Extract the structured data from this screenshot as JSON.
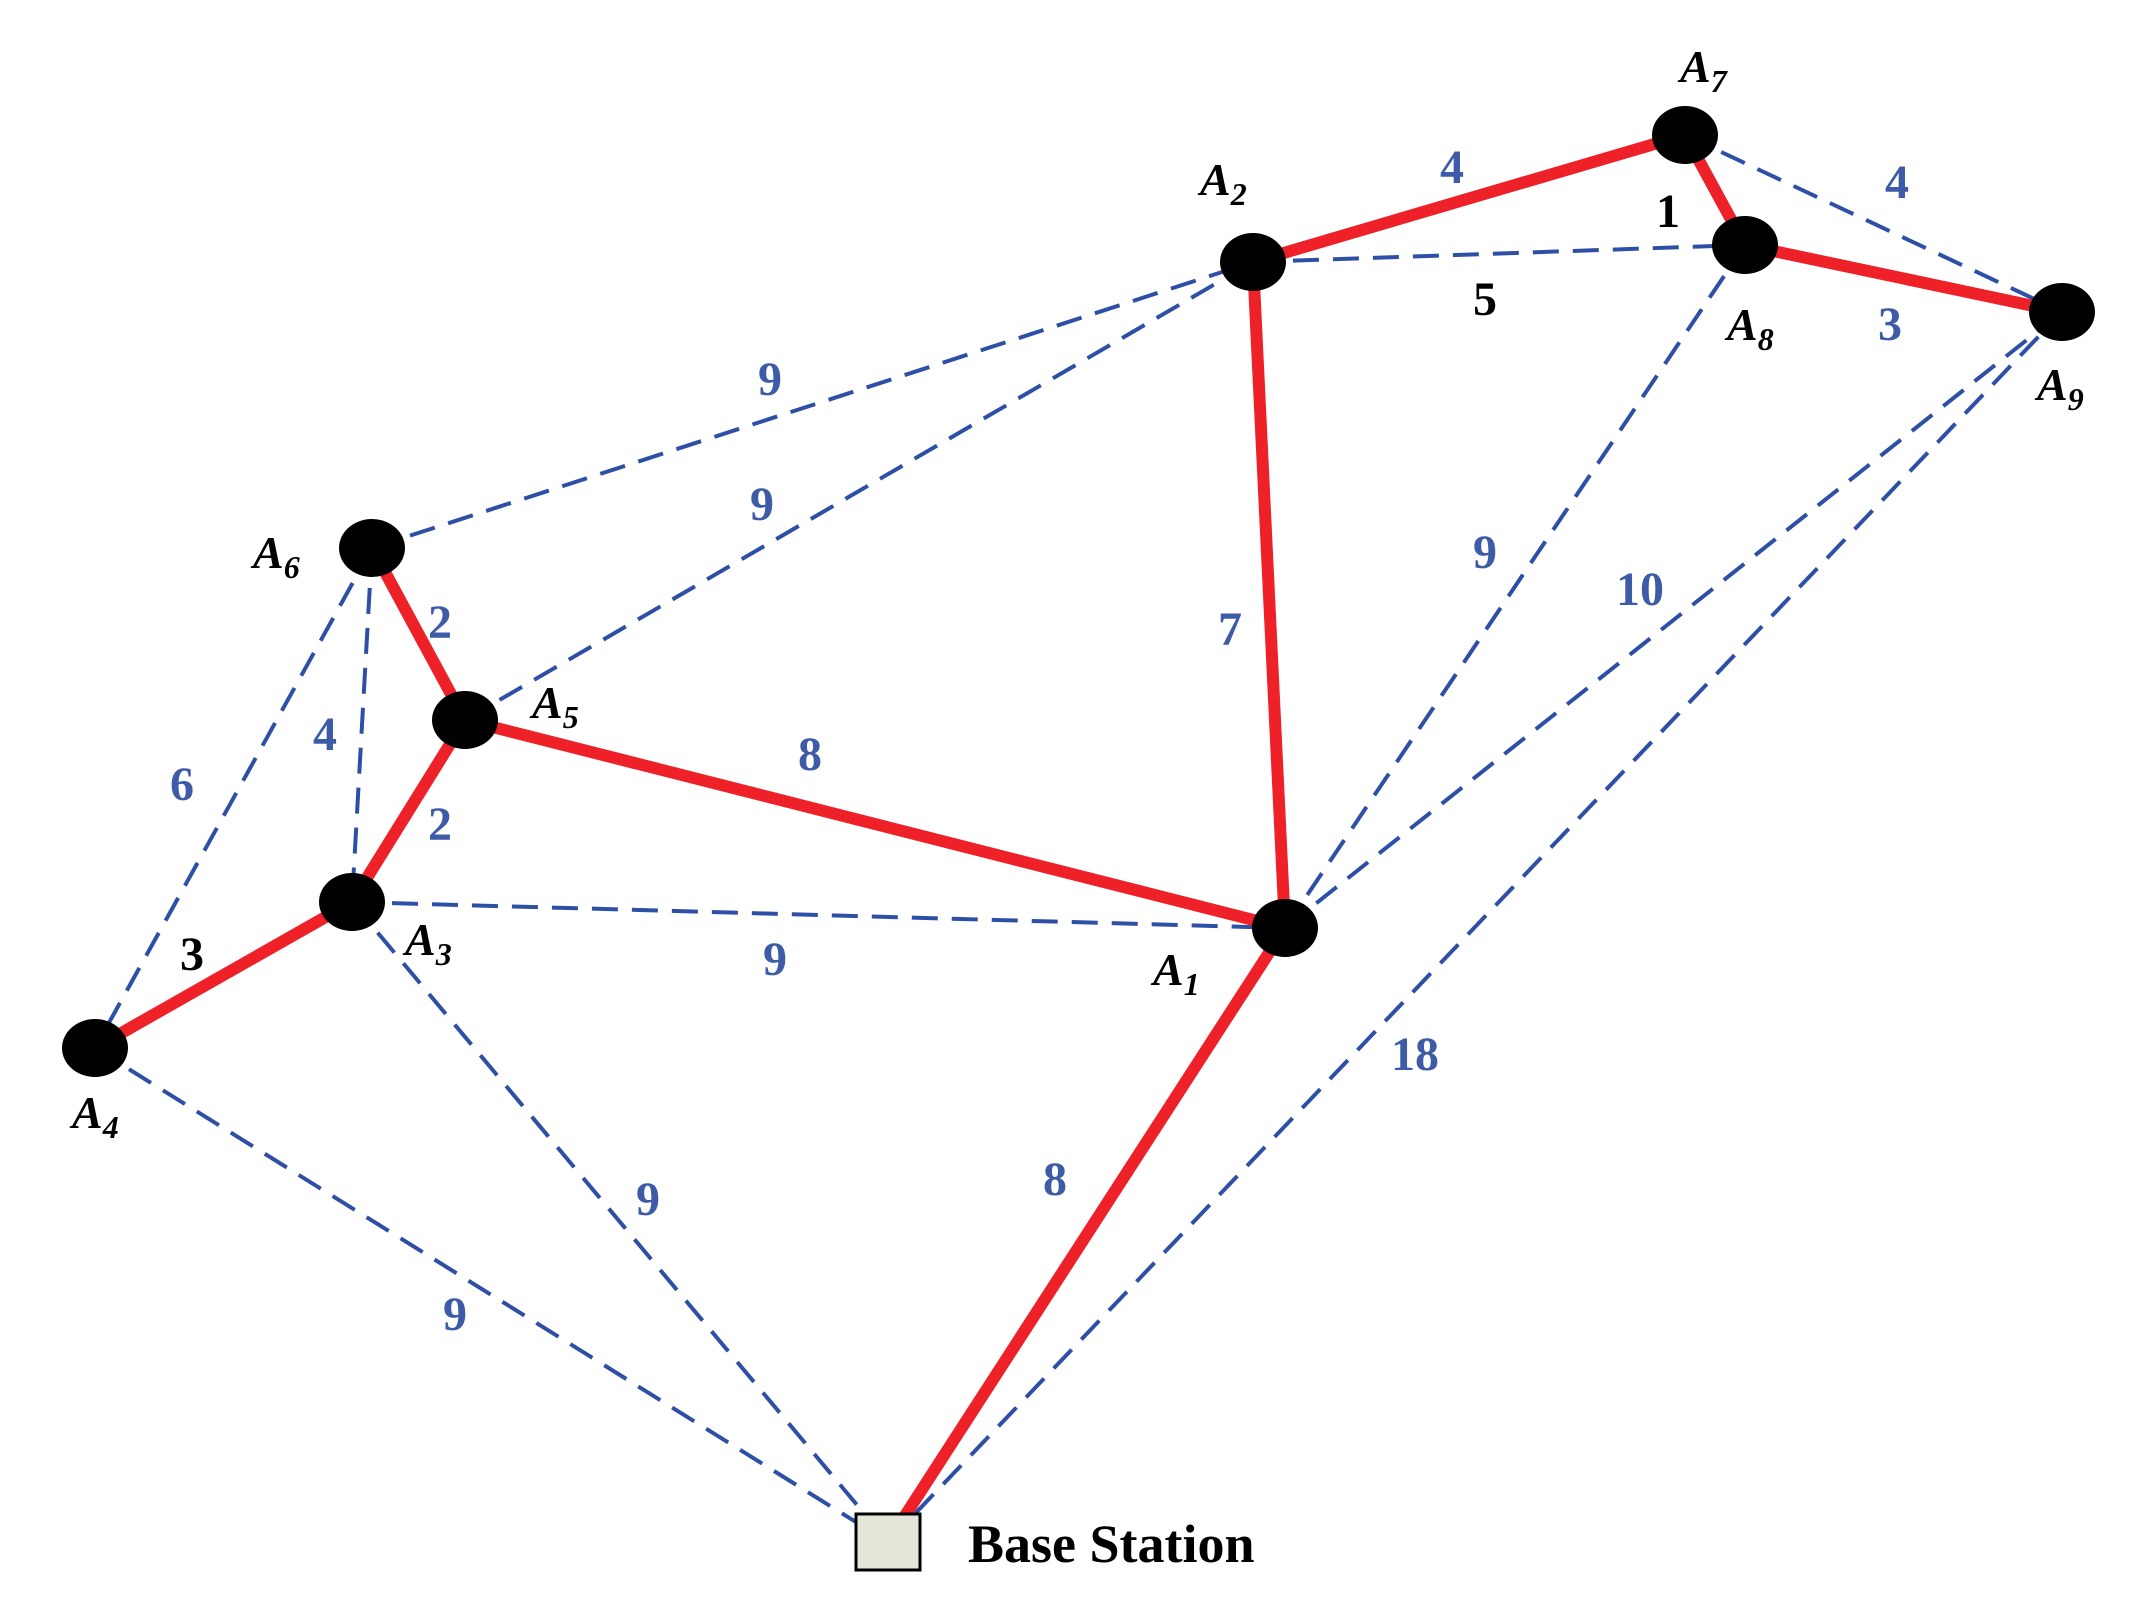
{
  "colors": {
    "tree_edge": "#EE2128",
    "dashed_edge": "#2E4FA6",
    "edge_label_blue": "#3D5BA6",
    "edge_label_black": "#000000",
    "node_fill": "#000000",
    "base_fill": "#E3E6D6"
  },
  "base_station": {
    "label": "Base Station"
  },
  "nodes": [
    {
      "id": "A1",
      "letter": "A",
      "sub": "1"
    },
    {
      "id": "A2",
      "letter": "A",
      "sub": "2"
    },
    {
      "id": "A3",
      "letter": "A",
      "sub": "3"
    },
    {
      "id": "A4",
      "letter": "A",
      "sub": "4"
    },
    {
      "id": "A5",
      "letter": "A",
      "sub": "5"
    },
    {
      "id": "A6",
      "letter": "A",
      "sub": "6"
    },
    {
      "id": "A7",
      "letter": "A",
      "sub": "7"
    },
    {
      "id": "A8",
      "letter": "A",
      "sub": "8"
    },
    {
      "id": "A9",
      "letter": "A",
      "sub": "9"
    }
  ],
  "tree_edges": [
    {
      "from": "BS",
      "to": "A1",
      "weight": "8"
    },
    {
      "from": "A1",
      "to": "A2",
      "weight": "7"
    },
    {
      "from": "A2",
      "to": "A7",
      "weight": "4"
    },
    {
      "from": "A7",
      "to": "A8",
      "weight": "1"
    },
    {
      "from": "A8",
      "to": "A9",
      "weight": "3"
    },
    {
      "from": "A1",
      "to": "A5",
      "weight": "8"
    },
    {
      "from": "A5",
      "to": "A6",
      "weight": "2"
    },
    {
      "from": "A5",
      "to": "A3",
      "weight": "2"
    },
    {
      "from": "A3",
      "to": "A4",
      "weight": "3"
    }
  ],
  "dashed_edges": [
    {
      "from": "A6",
      "to": "A2",
      "weight": "9"
    },
    {
      "from": "A5",
      "to": "A2",
      "weight": "9"
    },
    {
      "from": "A2",
      "to": "A8",
      "weight": "5"
    },
    {
      "from": "A7",
      "to": "A9",
      "weight": "4"
    },
    {
      "from": "A1",
      "to": "A8",
      "weight": "9"
    },
    {
      "from": "A1",
      "to": "A9",
      "weight": "10"
    },
    {
      "from": "BS",
      "to": "A9",
      "weight": "18"
    },
    {
      "from": "A3",
      "to": "A1",
      "weight": "9"
    },
    {
      "from": "A6",
      "to": "A3",
      "weight": "4"
    },
    {
      "from": "A6",
      "to": "A4",
      "weight": "6"
    },
    {
      "from": "A4",
      "to": "BS",
      "weight": "9"
    },
    {
      "from": "A3",
      "to": "BS",
      "weight": "9"
    }
  ]
}
